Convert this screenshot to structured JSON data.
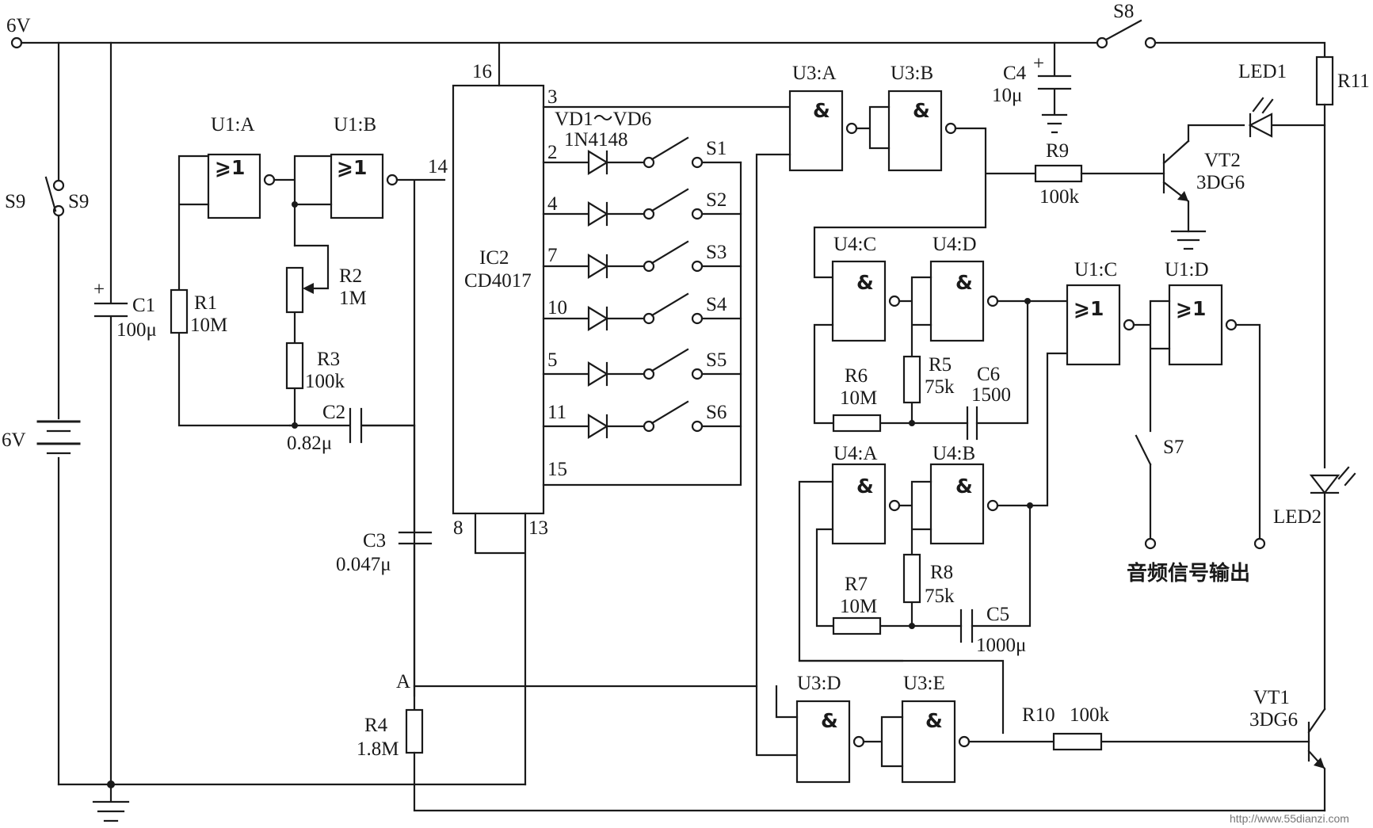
{
  "supply": {
    "top_label": "6V",
    "battery_label": "6V"
  },
  "switches": {
    "s1": "S1",
    "s2": "S2",
    "s3": "S3",
    "s4": "S4",
    "s5": "S5",
    "s6": "S6",
    "s7": "S7",
    "s8": "S8",
    "s9": "S9"
  },
  "gates": {
    "u1a": "U1:A",
    "u1b": "U1:B",
    "u1c": "U1:C",
    "u1d": "U1:D",
    "u3a": "U3:A",
    "u3b": "U3:B",
    "u3d": "U3:D",
    "u3e": "U3:E",
    "u4a": "U4:A",
    "u4b": "U4:B",
    "u4c": "U4:C",
    "u4d": "U4:D",
    "nor_symbol": "⩾1",
    "nand_symbol": "&"
  },
  "ic2": {
    "name": "IC2",
    "part": "CD4017",
    "pins": {
      "p16": "16",
      "p3": "3",
      "p2": "2",
      "p4": "4",
      "p7": "7",
      "p10": "10",
      "p5": "5",
      "p11": "11",
      "p15": "15",
      "p14": "14",
      "p8": "8",
      "p13": "13"
    }
  },
  "diodes": {
    "label": "VD1～VD6",
    "part": "1N4148"
  },
  "resistors": {
    "r1": "R1",
    "r1_val": "10M",
    "r2": "R2",
    "r2_val": "1M",
    "r3": "R3",
    "r3_val": "100k",
    "r4": "R4",
    "r4_val": "1.8M",
    "r5": "R5",
    "r5_val": "75k",
    "r6": "R6",
    "r6_val": "10M",
    "r7": "R7",
    "r7_val": "10M",
    "r8": "R8",
    "r8_val": "75k",
    "r9": "R9",
    "r9_val": "100k",
    "r10": "R10",
    "r10_val": "100k",
    "r11": "R11"
  },
  "capacitors": {
    "c1": "C1",
    "c1_val": "100μ",
    "c2": "C2",
    "c2_val": "0.82μ",
    "c3": "C3",
    "c3_val": "0.047μ",
    "c4": "C4",
    "c4_val": "10μ",
    "c5": "C5",
    "c5_val": "1000μ",
    "c6": "C6",
    "c6_val": "1500"
  },
  "transistors": {
    "vt1": "VT1",
    "vt1_part": "3DG6",
    "vt2": "VT2",
    "vt2_part": "3DG6"
  },
  "leds": {
    "led1": "LED1",
    "led2": "LED2"
  },
  "nodes": {
    "a": "A"
  },
  "output_label": "音频信号输出",
  "watermark": "http://www.55dianzi.com"
}
